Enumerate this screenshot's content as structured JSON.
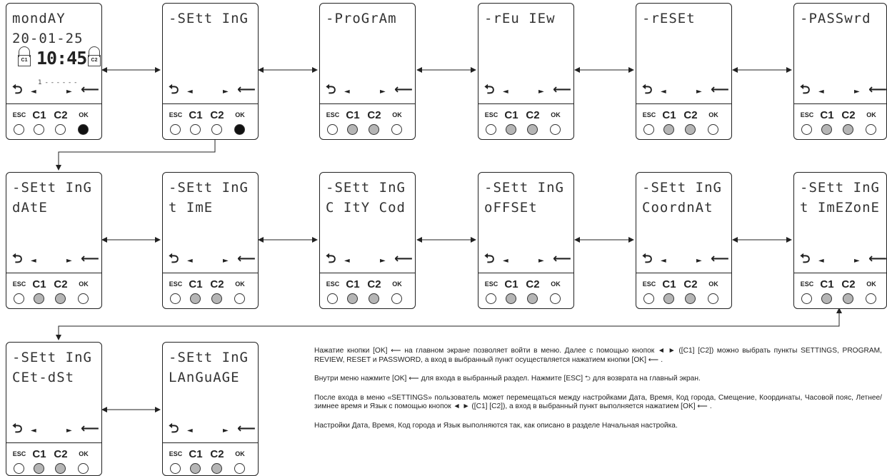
{
  "buttons": {
    "esc": "ESC",
    "c1": "C1",
    "c2": "C2",
    "ok": "OK"
  },
  "nav_glyphs": {
    "back": "⮌",
    "left": "◄",
    "right": "►",
    "enter": "⟵"
  },
  "home": {
    "line1": "mondAY",
    "line2": "20-01-25",
    "time": "10:45",
    "lock1": "C1",
    "lock2": "C2",
    "cursor_number": "1"
  },
  "menu_row": [
    {
      "line1": "-SEtt InG",
      "line2": ""
    },
    {
      "line1": "-ProGrAm",
      "line2": ""
    },
    {
      "line1": "-rEu IEw",
      "line2": ""
    },
    {
      "line1": "-rESEt",
      "line2": ""
    },
    {
      "line1": "-PASSwrd",
      "line2": ""
    }
  ],
  "settings_row": [
    {
      "line1": "-SEtt InG",
      "line2": "dAtE"
    },
    {
      "line1": "-SEtt InG",
      "line2": "t ImE"
    },
    {
      "line1": "-SEtt InG",
      "line2": "C ItY Cod"
    },
    {
      "line1": "-SEtt InG",
      "line2": "oFFSEt"
    },
    {
      "line1": "-SEtt InG",
      "line2": "CoordnAt"
    },
    {
      "line1": "-SEtt InG",
      "line2": "t ImEZonE"
    }
  ],
  "settings_row2": [
    {
      "line1": "-SEtt InG",
      "line2": "CEt-dSt"
    },
    {
      "line1": "-SEtt InG",
      "line2": "LAnGuAGE"
    }
  ],
  "paragraphs": [
    "Нажатие кнопки [OK] ⟵ на главном экране позволяет войти в меню. Далее с помощью кнопок ◄ ► ([C1] [C2]) можно выбрать пункты SETTINGS, PROGRAM, REVIEW, RESET и PASSWORD, а вход в выбранный пункт осуществляется нажатием кнопки [OK] ⟵ .",
    "Внутри меню нажмите [OK] ⟵ для входа в выбранный раздел. Нажмите [ESC] ⮌ для возврата на главный экран.",
    "После входа в меню «SETTINGS» пользователь может перемещаться между настройками Дата, Время, Код города, Смещение, Координаты, Часовой пояс, Летнее/зимнее время и Язык с помощью кнопок ◄ ► ([C1] [C2]), а вход в выбранный пункт выполняется нажатием [OK] ⟵ .",
    "Настройки Дата, Время, Код города и Язык выполняются так, как описано в разделе Начальная настройка."
  ],
  "colors": {
    "stroke": "#222222",
    "pressed": "#111111",
    "highlight": "#b5b5b5"
  }
}
